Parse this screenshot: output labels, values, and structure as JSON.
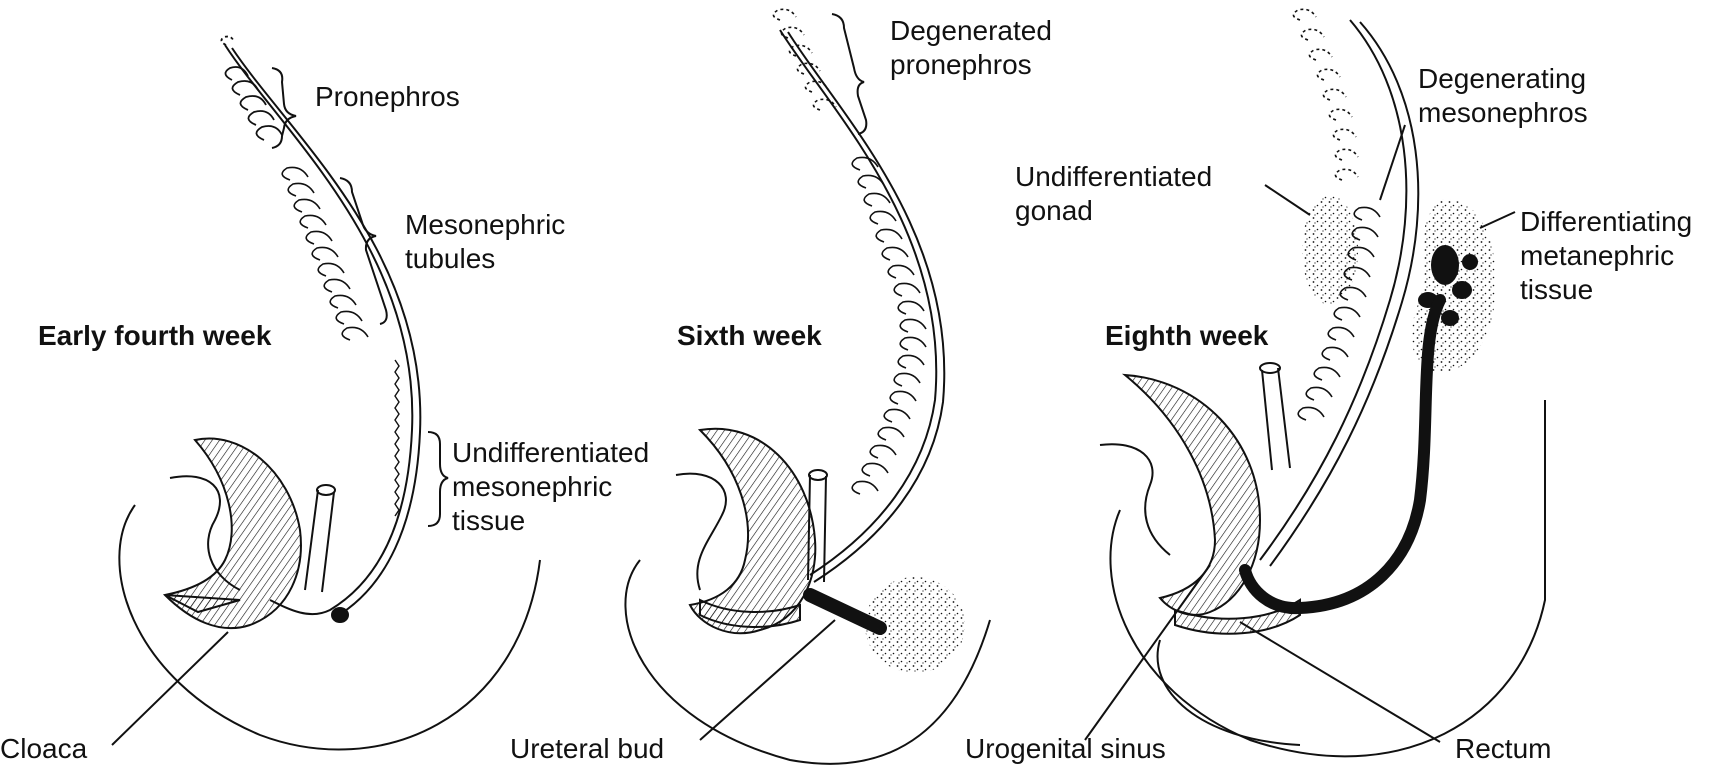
{
  "figure": {
    "stage_titles": {
      "early": "Early fourth week",
      "sixth": "Sixth week",
      "eighth": "Eighth week"
    },
    "labels": {
      "pronephros": "Pronephros",
      "mesonephric_tubules": [
        "Mesonephric",
        "tubules"
      ],
      "undiff_mesonephric_tissue": [
        "Undifferentiated",
        "mesonephric",
        "tissue"
      ],
      "cloaca": "Cloaca",
      "degenerated_pronephros": [
        "Degenerated",
        "pronephros"
      ],
      "ureteral_bud": "Ureteral bud",
      "urogenital_sinus": "Urogenital sinus",
      "degenerating_mesonephros": [
        "Degenerating",
        "mesonephros"
      ],
      "undiff_gonad": [
        "Undifferentiated",
        "gonad"
      ],
      "diff_metanephric_tissue": [
        "Differentiating",
        "metanephric",
        "tissue"
      ],
      "rectum": "Rectum"
    },
    "colors": {
      "ink": "#111111",
      "background": "#ffffff"
    }
  }
}
